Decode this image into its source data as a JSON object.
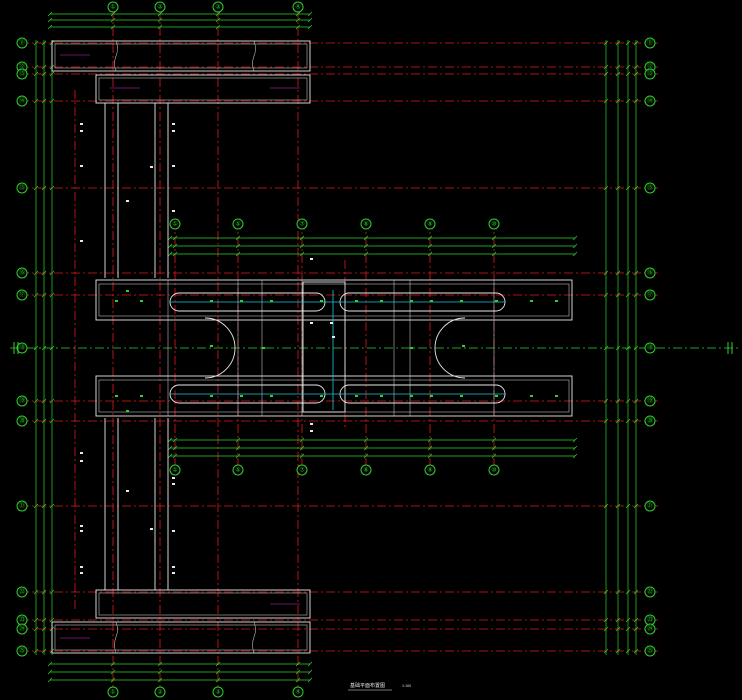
{
  "drawing": {
    "title_text": "基础平面布置图",
    "scale_text": "1:100",
    "colors": {
      "background": "#000000",
      "axis_red": "#e01a1a",
      "axis_green": "#2fd12f",
      "wall": "#e8e8e8",
      "cyan": "#21c7d8",
      "magenta": "#d327d3"
    }
  },
  "grids": {
    "top": [
      "①",
      "②",
      "③",
      "④"
    ],
    "bottom": [
      "①",
      "②",
      "③",
      "④"
    ],
    "mid_top": [
      "①",
      "⑤",
      "⑦",
      "⑧",
      "⑨",
      "⑩"
    ],
    "mid_bottom": [
      "①",
      "⑤",
      "⑦",
      "⑧",
      "⑨",
      "⑩"
    ],
    "left": [
      "⑪",
      "⑫",
      "⑬",
      "⑭",
      "⑮",
      "⑯",
      "⑰",
      "⑱",
      "⑲",
      "⑳",
      "㉑",
      "㉒",
      "㉓",
      "㉔",
      "㉕"
    ],
    "right": [
      "⑪",
      "⑫",
      "⑬",
      "⑭",
      "⑮",
      "⑯",
      "⑰",
      "⑱",
      "⑲",
      "⑳",
      "㉑",
      "㉒",
      "㉓",
      "㉔",
      "㉕"
    ]
  },
  "icons": [
    "axis-bubble-icon",
    "section-mark-icon"
  ]
}
